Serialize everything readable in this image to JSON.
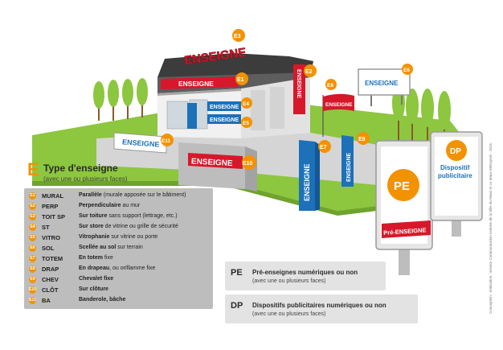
{
  "signs": {
    "enseigne": "ENSEIGNE",
    "pre_enseigne": "Pré-ENSEIGNE",
    "pe": "PE",
    "dp": "DP",
    "dispositif_line1": "Dispositif",
    "dispositif_line2": "publicitaire"
  },
  "badges": [
    "E1",
    "E2",
    "E3",
    "E4",
    "E5",
    "E6",
    "E7",
    "E8",
    "E9",
    "E10",
    "E11"
  ],
  "legend": {
    "letter": "E",
    "title": "Type d'enseigne",
    "subtitle": "(avec une ou plusieurs faces)",
    "items": [
      {
        "badge": "E1",
        "code": "MURAL",
        "bold": "Parallèle",
        "rest": " (murale apposée sur le bâtiment)"
      },
      {
        "badge": "E2",
        "code": "PERP",
        "bold": "Perpendiculaire",
        "rest": " au mur"
      },
      {
        "badge": "E3",
        "code": "TOIT SP",
        "bold": "Sur toiture",
        "rest": " sans support (lettrage, etc.)"
      },
      {
        "badge": "E4",
        "code": "ST",
        "bold": "Sur store",
        "rest": " de vitrine ou grille de sécurité"
      },
      {
        "badge": "E5",
        "code": "VITRO",
        "bold": "Vitrophanie",
        "rest": " sur vitrine ou porte"
      },
      {
        "badge": "E6",
        "code": "SOL",
        "bold": "Scellée au sol",
        "rest": " sur terrain"
      },
      {
        "badge": "E7",
        "code": "TOTEM",
        "bold": "En totem",
        "rest": " fixe"
      },
      {
        "badge": "E8",
        "code": "DRAP",
        "bold": "En drapeau",
        "rest": ", ou oriflamme fixe"
      },
      {
        "badge": "E9",
        "code": "CHEV",
        "bold": "Chevalet fixe",
        "rest": ""
      },
      {
        "badge": "E10",
        "code": "CLÔT",
        "bold": "Sur clôture",
        "rest": ""
      },
      {
        "badge": "E11",
        "code": "BA",
        "bold": "Banderole, bâche",
        "rest": ""
      }
    ]
  },
  "pe_box": {
    "code": "PE",
    "title": "Pré-enseignes numériques ou non",
    "subtitle": "(avec une ou plusieurs faces)"
  },
  "dp_box": {
    "code": "DP",
    "title": "Dispositifs publicitaires numériques ou non",
    "subtitle": "(avec une ou plusieurs faces)"
  },
  "credit": "Conception - réalisation : service Communication externe de la Ville du Mans et Le Mans Métropole - 2015",
  "colors": {
    "red": "#d7182a",
    "blue": "#1d71b8",
    "orange": "#f39200",
    "green": "#8dc63f",
    "grey": "#bdbdbd"
  }
}
